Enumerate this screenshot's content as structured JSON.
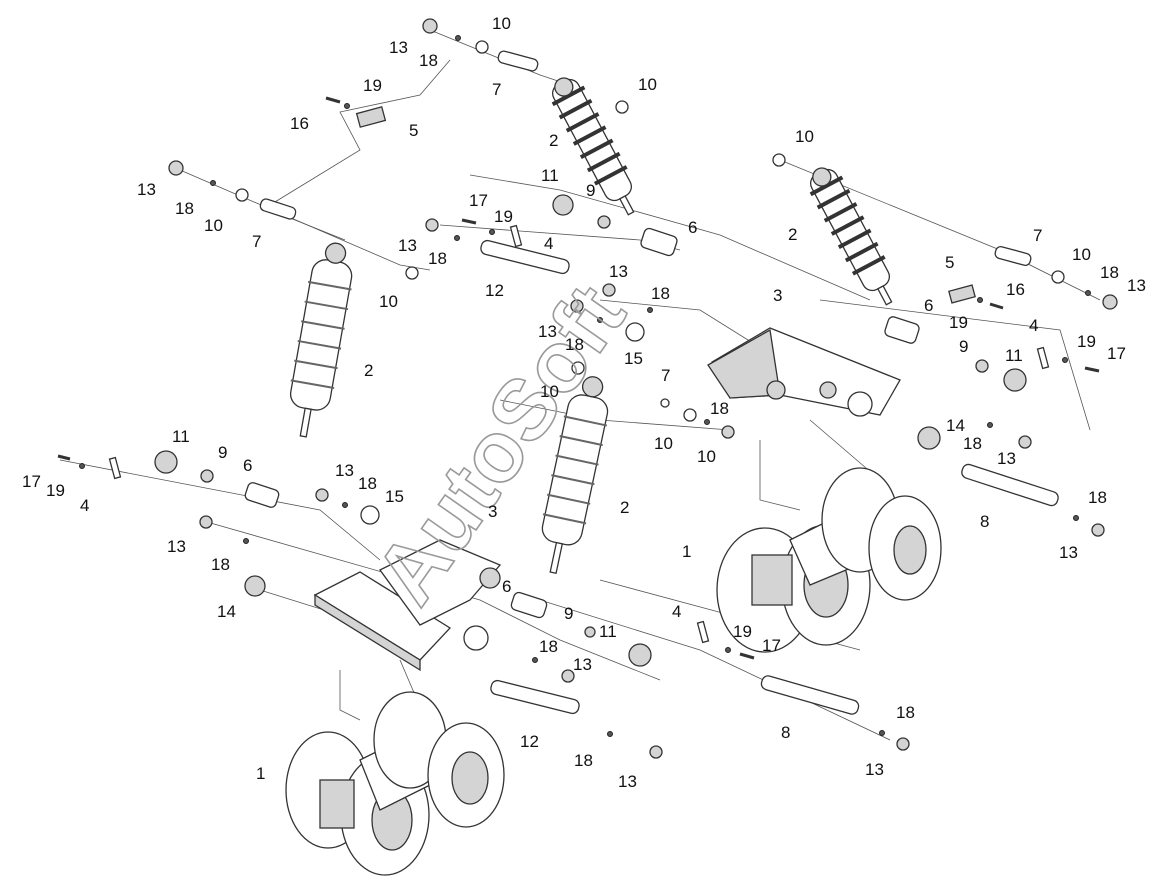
{
  "watermark": "AutoSoft",
  "callouts": [
    {
      "id": "c1",
      "text": "10"
    },
    {
      "id": "c2",
      "text": "13"
    },
    {
      "id": "c3",
      "text": "18"
    },
    {
      "id": "c4",
      "text": "7"
    },
    {
      "id": "c5",
      "text": "10"
    },
    {
      "id": "c6",
      "text": "19"
    },
    {
      "id": "c7",
      "text": "16"
    },
    {
      "id": "c8",
      "text": "5"
    },
    {
      "id": "c9",
      "text": "2"
    },
    {
      "id": "c10",
      "text": "10"
    },
    {
      "id": "c11",
      "text": "13"
    },
    {
      "id": "c12",
      "text": "18"
    },
    {
      "id": "c13",
      "text": "10"
    },
    {
      "id": "c14",
      "text": "7"
    },
    {
      "id": "c15",
      "text": "11"
    },
    {
      "id": "c16",
      "text": "9"
    },
    {
      "id": "c17",
      "text": "17"
    },
    {
      "id": "c18",
      "text": "19"
    },
    {
      "id": "c19",
      "text": "4"
    },
    {
      "id": "c20",
      "text": "13"
    },
    {
      "id": "c21",
      "text": "18"
    },
    {
      "id": "c22",
      "text": "12"
    },
    {
      "id": "c23",
      "text": "6"
    },
    {
      "id": "c24",
      "text": "2"
    },
    {
      "id": "c25",
      "text": "7"
    },
    {
      "id": "c26",
      "text": "10"
    },
    {
      "id": "c27",
      "text": "18"
    },
    {
      "id": "c28",
      "text": "13"
    },
    {
      "id": "c29",
      "text": "5"
    },
    {
      "id": "c30",
      "text": "16"
    },
    {
      "id": "c31",
      "text": "19"
    },
    {
      "id": "c32",
      "text": "6"
    },
    {
      "id": "c33",
      "text": "4"
    },
    {
      "id": "c34",
      "text": "19"
    },
    {
      "id": "c35",
      "text": "17"
    },
    {
      "id": "c36",
      "text": "9"
    },
    {
      "id": "c37",
      "text": "11"
    },
    {
      "id": "c38",
      "text": "13"
    },
    {
      "id": "c39",
      "text": "18"
    },
    {
      "id": "c40",
      "text": "3"
    },
    {
      "id": "c41",
      "text": "10"
    },
    {
      "id": "c42",
      "text": "2"
    },
    {
      "id": "c43",
      "text": "13"
    },
    {
      "id": "c44",
      "text": "18"
    },
    {
      "id": "c45",
      "text": "15"
    },
    {
      "id": "c46",
      "text": "10"
    },
    {
      "id": "c47",
      "text": "7"
    },
    {
      "id": "c48",
      "text": "18"
    },
    {
      "id": "c49",
      "text": "10"
    },
    {
      "id": "c50",
      "text": "10"
    },
    {
      "id": "c51",
      "text": "14"
    },
    {
      "id": "c52",
      "text": "18"
    },
    {
      "id": "c53",
      "text": "13"
    },
    {
      "id": "c54",
      "text": "11"
    },
    {
      "id": "c55",
      "text": "9"
    },
    {
      "id": "c56",
      "text": "6"
    },
    {
      "id": "c57",
      "text": "17"
    },
    {
      "id": "c58",
      "text": "19"
    },
    {
      "id": "c59",
      "text": "4"
    },
    {
      "id": "c60",
      "text": "13"
    },
    {
      "id": "c61",
      "text": "18"
    },
    {
      "id": "c62",
      "text": "15"
    },
    {
      "id": "c63",
      "text": "2"
    },
    {
      "id": "c64",
      "text": "3"
    },
    {
      "id": "c65",
      "text": "8"
    },
    {
      "id": "c66",
      "text": "18"
    },
    {
      "id": "c67",
      "text": "13"
    },
    {
      "id": "c68",
      "text": "13"
    },
    {
      "id": "c69",
      "text": "18"
    },
    {
      "id": "c70",
      "text": "14"
    },
    {
      "id": "c71",
      "text": "1"
    },
    {
      "id": "c72",
      "text": "6"
    },
    {
      "id": "c73",
      "text": "9"
    },
    {
      "id": "c74",
      "text": "11"
    },
    {
      "id": "c75",
      "text": "4"
    },
    {
      "id": "c76",
      "text": "19"
    },
    {
      "id": "c77",
      "text": "17"
    },
    {
      "id": "c78",
      "text": "18"
    },
    {
      "id": "c79",
      "text": "13"
    },
    {
      "id": "c80",
      "text": "12"
    },
    {
      "id": "c81",
      "text": "18"
    },
    {
      "id": "c82",
      "text": "13"
    },
    {
      "id": "c83",
      "text": "8"
    },
    {
      "id": "c84",
      "text": "18"
    },
    {
      "id": "c85",
      "text": "13"
    },
    {
      "id": "c86",
      "text": "1"
    }
  ]
}
